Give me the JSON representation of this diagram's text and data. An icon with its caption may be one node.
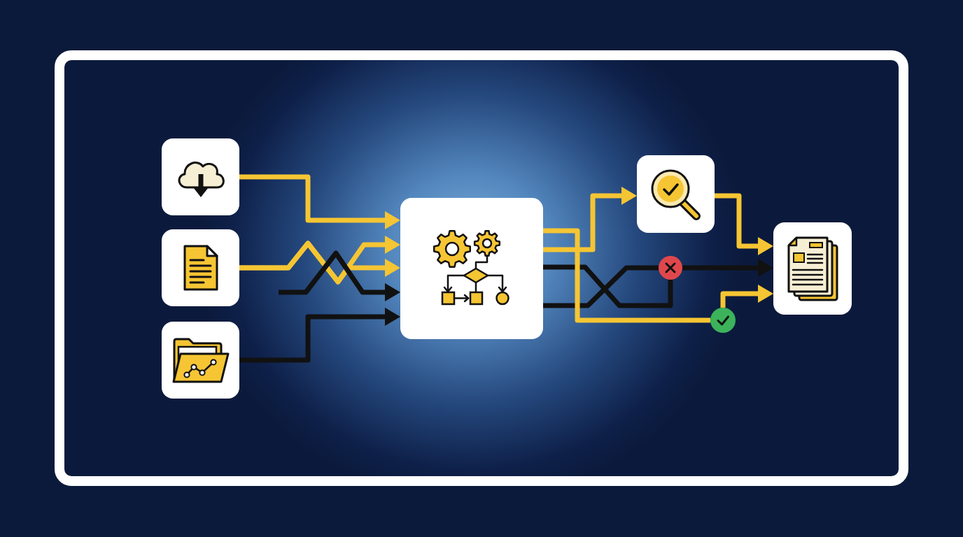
{
  "diagram": {
    "nodes": [
      {
        "text": [],
        "shape": "box"
      },
      {
        "text": [],
        "shape": "box"
      },
      {
        "text": [],
        "shape": "box"
      },
      {
        "text": [],
        "shape": "box"
      },
      {
        "text": [],
        "shape": "box"
      },
      {
        "text": [],
        "shape": "circle"
      },
      {
        "text": [],
        "shape": "circle"
      },
      {
        "text": [],
        "shape": "box"
      }
    ],
    "edges": [
      {
        "from": 0,
        "to": 3,
        "arrow": "to"
      },
      {
        "from": 1,
        "to": 3,
        "arrow": "to"
      },
      {
        "from": 1,
        "to": 3,
        "arrow": "to"
      },
      {
        "from": null,
        "to": 3,
        "arrow": "to",
        "color": "#111111"
      },
      {
        "from": 2,
        "to": 3,
        "arrow": "to",
        "color": "#111111"
      },
      {
        "from": 3,
        "to": 4,
        "arrow": "to"
      },
      {
        "from": 4,
        "to": 7,
        "arrow": "to"
      },
      {
        "from": 3,
        "to": 5,
        "arrow": "none",
        "color": "#111111"
      },
      {
        "from": 3,
        "to": 5,
        "arrow": "none",
        "color": "#111111"
      },
      {
        "from": 5,
        "to": 7,
        "arrow": "to",
        "color": "#111111"
      },
      {
        "from": 3,
        "to": 6,
        "arrow": "none"
      },
      {
        "from": 6,
        "to": 7,
        "arrow": "to"
      }
    ]
  }
}
